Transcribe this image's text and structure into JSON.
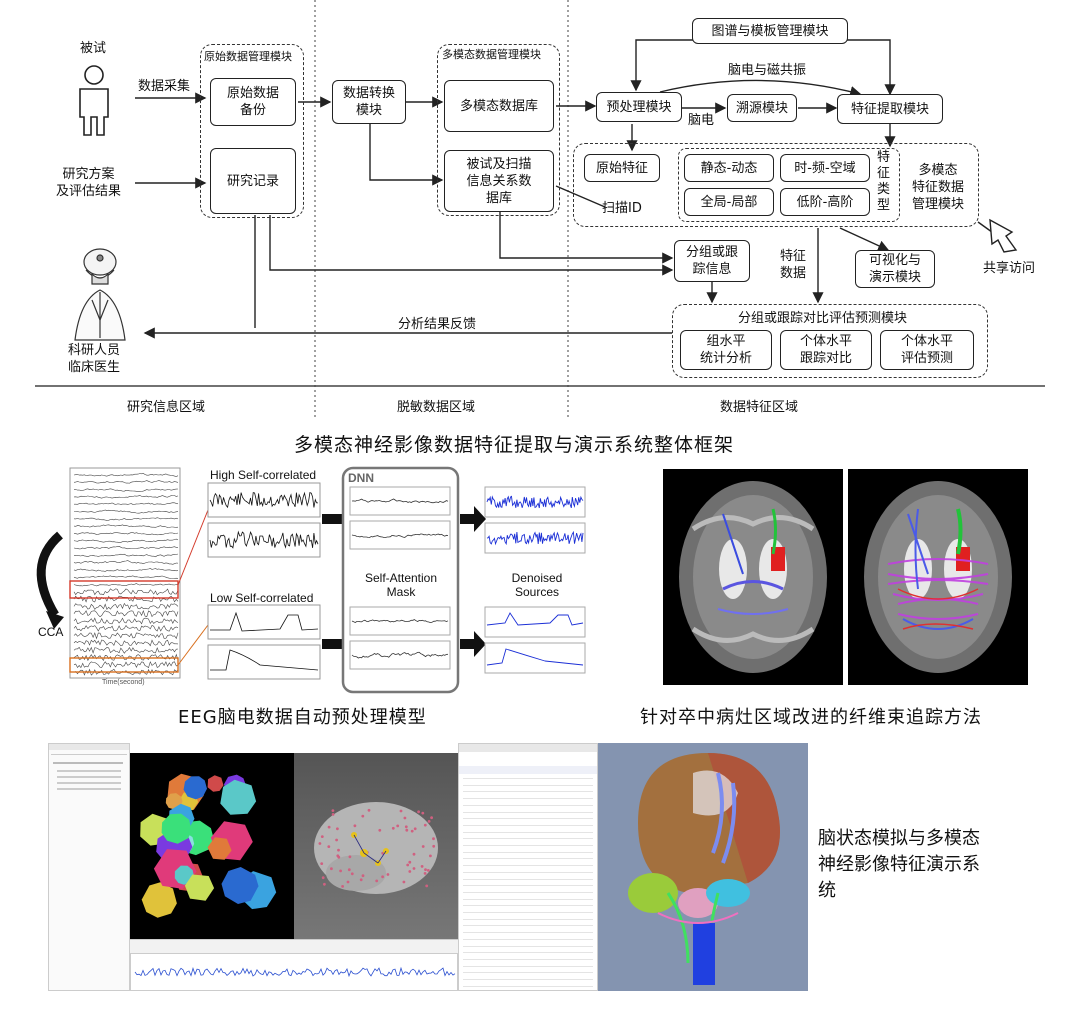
{
  "framework": {
    "title": "多模态神经影像数据特征提取与演示系统整体框架",
    "subject": "被试",
    "data_collection": "数据采集",
    "plan": "研究方案\n及评估结果",
    "researcher": "科研人员\n临床医生",
    "raw_module": "原始数据管理模块",
    "raw_backup": "原始数据\n备份",
    "research_record": "研究记录",
    "convert": "数据转换\n模块",
    "mm_module": "多模态数据管理模块",
    "mm_db": "多模态数据库",
    "subject_db": "被试及扫描\n信息关系数\n据库",
    "atlas": "图谱与模板管理模块",
    "eeg_mri": "脑电与磁共振",
    "preprocess": "预处理模块",
    "eeg": "脑电",
    "source": "溯源模块",
    "feature_extract": "特征提取模块",
    "raw_feature": "原始特征",
    "scan_id": "扫描ID",
    "static_dynamic": "静态-动态",
    "time_freq_space": "时-频-空域",
    "global_local": "全局-局部",
    "low_high": "低阶-高阶",
    "feature_type": "特\n征\n类\n型",
    "mm_feature_module": "多模态\n特征数据\n管理模块",
    "share": "共享访问",
    "group_info": "分组或跟\n踪信息",
    "feature_data": "特征\n数据",
    "visual": "可视化与\n演示模块",
    "eval_module": "分组或跟踪对比评估预测模块",
    "group_stat": "组水平\n统计分析",
    "indiv_track": "个体水平\n跟踪对比",
    "indiv_pred": "个体水平\n评估预测",
    "feedback": "分析结果反馈",
    "region_research": "研究信息区域",
    "region_desens": "脱敏数据区域",
    "region_feature": "数据特征区域"
  },
  "eeg_panel": {
    "caption": "EEG脑电数据自动预处理模型",
    "high": "High Self-correlated",
    "low": "Low Self-correlated",
    "dnn": "DNN",
    "mask": "Self-Attention\nMask",
    "denoised": "Denoised\nSources",
    "cca": "CCA",
    "xaxis": "Time(second)"
  },
  "fiber_panel": {
    "caption": "针对卒中病灶区域改进的纤维束追踪方法"
  },
  "demo_panel": {
    "caption": "脑状态模拟与多模态\n神经影像特征演示系\n统"
  },
  "colors": {
    "line": "#222222",
    "eeg_blue": "#1b2fd6",
    "eeg_gray": "#555555",
    "red_box": "#d43a2a",
    "orange_box": "#d9701f"
  }
}
